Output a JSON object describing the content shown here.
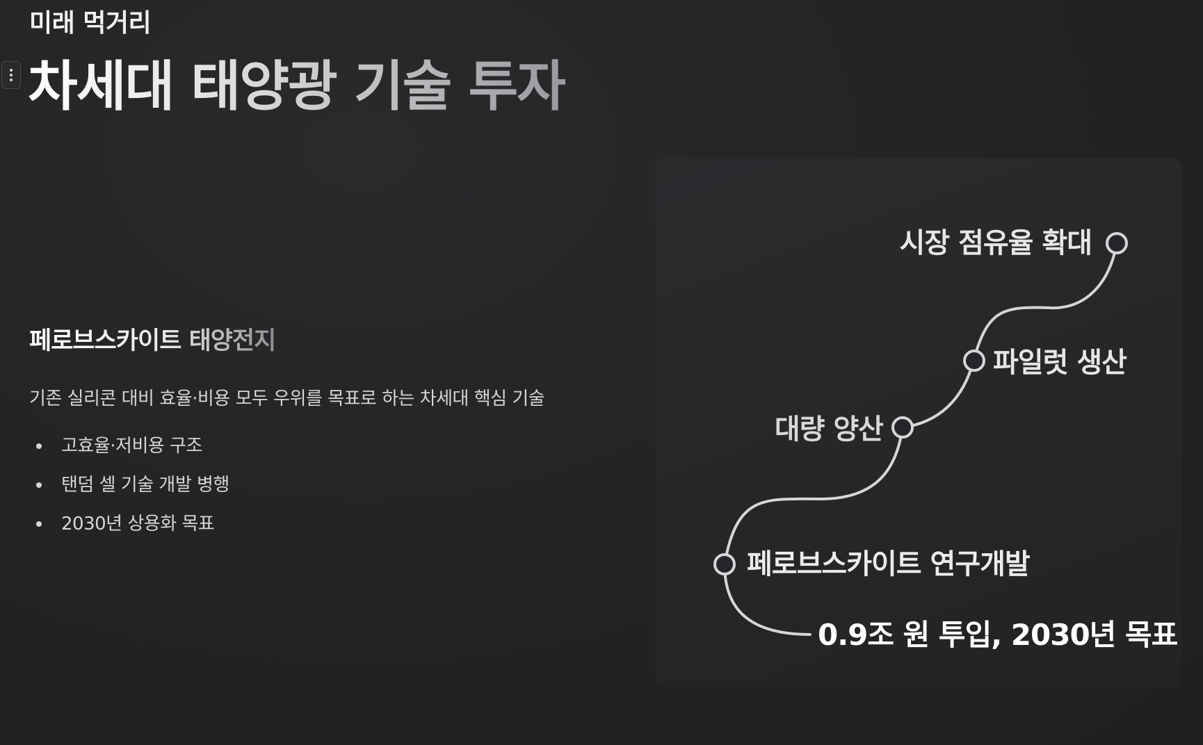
{
  "header": {
    "eyebrow": "미래 먹거리",
    "title": "차세대 태양광 기술 투자"
  },
  "section": {
    "title": "페로브스카이트 태양전지",
    "description": "기존 실리콘 대비 효율·비용 모두 우위를 목표로 하는 차세대 핵심 기술",
    "bullets": [
      "고효율·저비용 구조",
      "탠덤 셀 기술 개발 병행",
      "2030년 상용화 목표"
    ]
  },
  "roadmap": {
    "milestones": [
      "시장 점유율 확대",
      "파일럿 생산",
      "대량 양산",
      "페로브스카이트 연구개발",
      "0.9조 원 투입, 2030년 목표"
    ]
  },
  "colors": {
    "background": "#232325",
    "line": "#d6d6d8",
    "text": "#ececee"
  },
  "icons": {
    "drag_handle": "vertical-ellipsis-icon"
  }
}
